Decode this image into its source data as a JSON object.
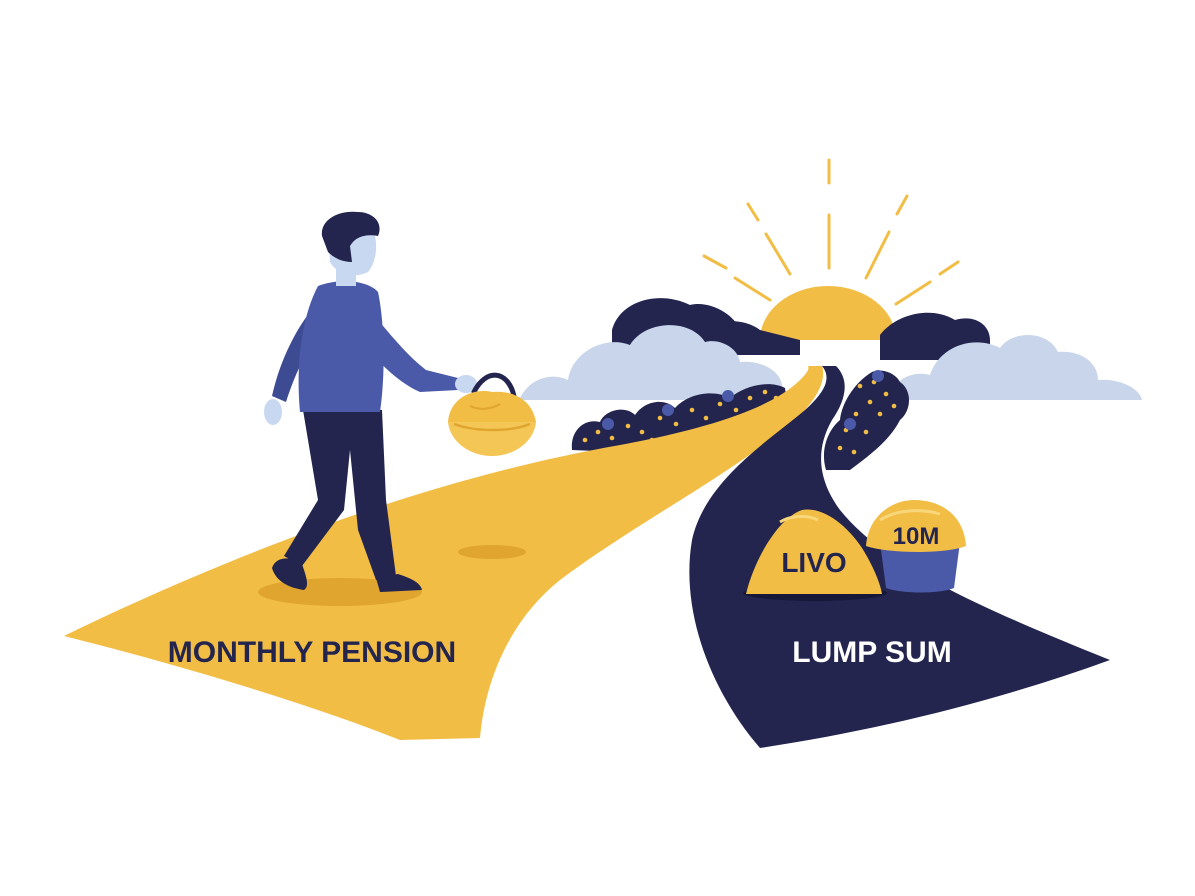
{
  "labels": {
    "monthly_pension": "MONTHLY PENSION",
    "lump_sum": "LUMP SUM",
    "pile_left": "LIVO",
    "pile_right": "10M"
  },
  "icons": [
    "sun-icon",
    "cloud-icon",
    "person-icon",
    "basket-icon",
    "money-pile-icon",
    "money-pot-icon",
    "bush-icon"
  ],
  "colors": {
    "navy": "#23254f",
    "gold": "#f2bd44",
    "gold_dark": "#e0a52f",
    "blue": "#4a5aa8",
    "blue_light": "#c8d5ea",
    "skin": "#c8d8f0",
    "background": "#ffffff"
  }
}
